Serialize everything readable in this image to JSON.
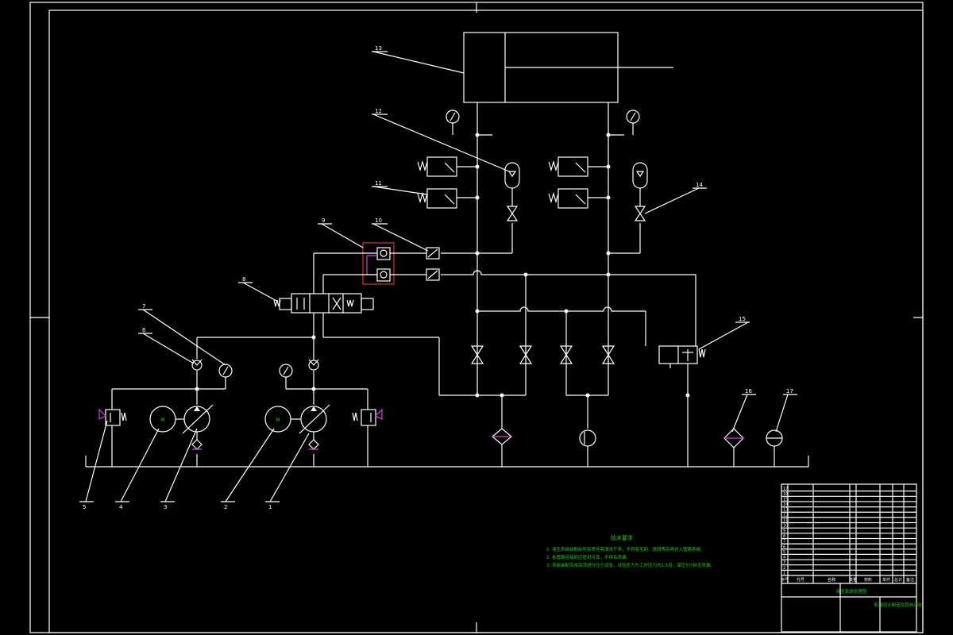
{
  "drawing": {
    "callouts": [
      "13",
      "12",
      "11",
      "9",
      "10",
      "8",
      "7",
      "6",
      "14",
      "15",
      "16",
      "17",
      "5",
      "4",
      "3",
      "2",
      "1"
    ],
    "motor_labels": [
      "M",
      "M"
    ]
  },
  "tech_requirements": {
    "title": "技术要求",
    "lines": [
      "1. 液压系统装配前所有零件需清洗干净，不得有毛刺、铁屑等杂物进入管路系统。",
      "2. 各管路连接处应密封可靠，不得有泄漏。",
      "3. 系统装配完成后须进行压力试验，试验压力为工作压力的1.5倍，保压5分钟无泄漏。"
    ]
  },
  "parts_list": {
    "rows": [
      "17",
      "16",
      "15",
      "14",
      "13",
      "12",
      "11",
      "10",
      "9",
      "8",
      "7",
      "6",
      "5",
      "4",
      "3",
      "2",
      "1"
    ],
    "header": [
      "序号",
      "代号",
      "名称",
      "数量",
      "材料",
      "单件",
      "总计",
      "备注"
    ]
  },
  "title_block": {
    "drawing_title": "液压系统原理图",
    "company": "机械设计制造及其自动化"
  }
}
